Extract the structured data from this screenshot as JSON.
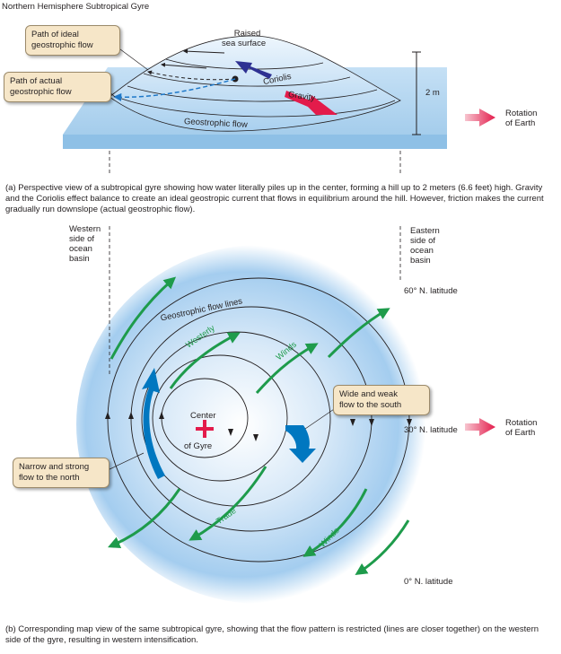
{
  "figure_title": "Northern Hemisphere Subtropical Gyre",
  "part_a": {
    "raised_sea_surface": [
      "Raised",
      "sea surface"
    ],
    "coriolis": "Coriolis",
    "gravity": "Gravity",
    "geostrophic_flow": "Geostrophic flow",
    "height": "2 m",
    "rotation": [
      "Rotation",
      "of Earth"
    ],
    "callout_ideal": [
      "Path of ideal",
      "geostrophic flow"
    ],
    "callout_actual": [
      "Path of actual",
      "geostrophic flow"
    ],
    "caption": "(a)  Perspective view of a subtropical gyre showing how water literally piles up in the center, forming a hill up to 2 meters (6.6 feet) high. Gravity and the Coriolis effect balance to create an ideal geostropic current that flows in equilibrium around the hill. However, friction makes the current gradually run downslope (actual geostrophic flow)."
  },
  "part_b": {
    "western_side": [
      "Western",
      "side of",
      "ocean",
      "basin"
    ],
    "eastern_side": [
      "Eastern",
      "side of",
      "ocean",
      "basin"
    ],
    "lat_60": "60° N. latitude",
    "lat_30": "30° N. latitude",
    "lat_0": "0° N. latitude",
    "geostrophic_flow_lines": "Geostrophic flow lines",
    "westerly": "Westerly",
    "winds_top": "Winds",
    "trade": "Trade",
    "winds_bottom": "Winds",
    "center": [
      "Center",
      "of Gyre"
    ],
    "rotation": [
      "Rotation",
      "of Earth"
    ],
    "callout_weak": [
      "Wide and weak",
      "flow to the south"
    ],
    "callout_strong": [
      "Narrow and strong",
      "flow to the north"
    ],
    "caption": "(b)  Corresponding map view of the same subtropical gyre, showing that the flow pattern is restricted (lines are closer together) on the western side of the gyre, resulting in western intensification."
  },
  "colors": {
    "ocean": "#9ec9ea",
    "coriolis_arrow": "#2e3192",
    "gravity_arrow": "#e31b4b",
    "wind_arrow": "#1e9b4b",
    "current": "#0077c0",
    "callout": "#f6e6c8"
  }
}
